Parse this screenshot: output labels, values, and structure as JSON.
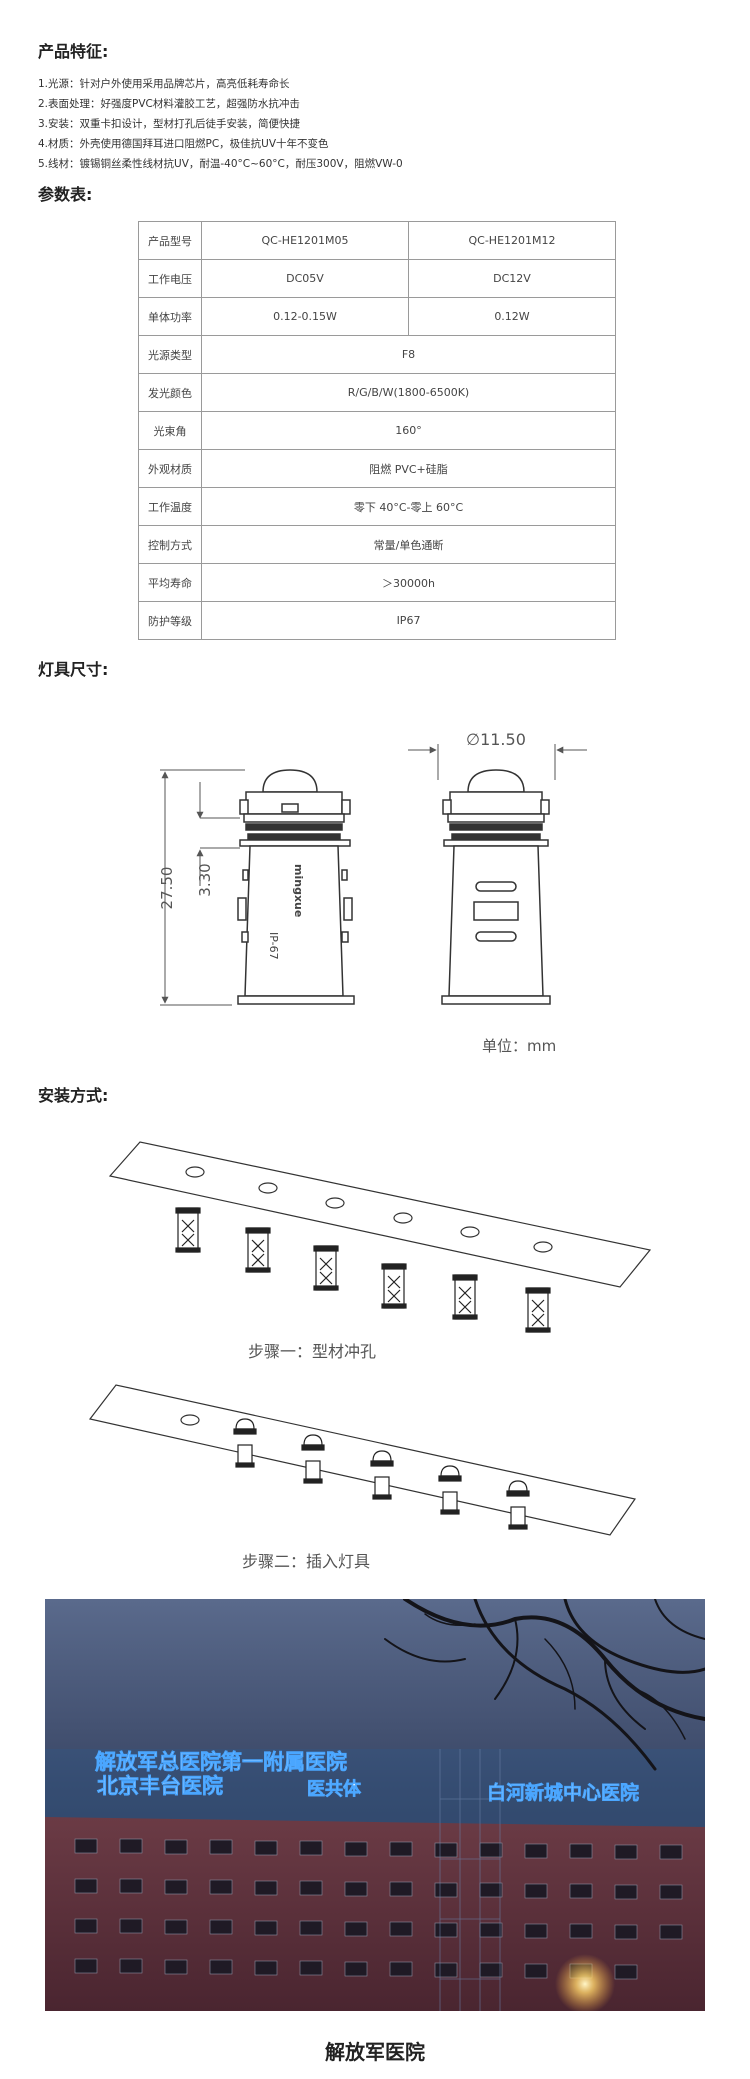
{
  "features": {
    "title": "产品特征:",
    "items": [
      "1.光源：针对户外使用采用品牌芯片，高亮低耗寿命长",
      "2.表面处理：好强度PVC材料灌胶工艺，超强防水抗冲击",
      "3.安装：双重卡扣设计，型材打孔后徒手安装，简便快捷",
      "4.材质：外壳使用德国拜耳进口阻燃PC，极佳抗UV十年不变色",
      "5.线材：镀锡铜丝柔性线材抗UV，耐温-40°C~60°C，耐压300V，阻燃VW-0"
    ]
  },
  "params": {
    "title": "参数表:",
    "header": {
      "label": "产品型号",
      "m1": "QC-HE1201M05",
      "m2": "QC-HE1201M12"
    },
    "voltage": {
      "label": "工作电压",
      "v1": "DC05V",
      "v2": "DC12V"
    },
    "power": {
      "label": "单体功率",
      "v1": "0.12-0.15W",
      "v2": "0.12W"
    },
    "rows": [
      {
        "label": "光源类型",
        "value": "F8"
      },
      {
        "label": "发光颜色",
        "value": "R/G/B/W(1800-6500K)"
      },
      {
        "label": "光束角",
        "value": "160°"
      },
      {
        "label": "外观材质",
        "value": "阻燃 PVC+硅脂"
      },
      {
        "label": "工作温度",
        "value": "零下 40°C-零上 60°C"
      },
      {
        "label": "控制方式",
        "value": "常量/单色通断"
      },
      {
        "label": "平均寿命",
        "value": "＞30000h"
      },
      {
        "label": "防护等级",
        "value": "IP67"
      }
    ]
  },
  "dimensions": {
    "title": "灯具尺寸:",
    "diameter": "∅11.50",
    "height": "27.50",
    "sub_height": "3.30",
    "unit": "单位：mm",
    "brand_text": "mingxue",
    "ip_label": "IP-67"
  },
  "install": {
    "title": "安装方式:",
    "step1": "步骤一：型材冲孔",
    "step2": "步骤二：插入灯具"
  },
  "case": {
    "sign_line1": "解放军总医院第一附属医院",
    "sign_line2": "北京丰台医院",
    "sign_line3": "医共体",
    "sign_line4": "白河新城中心医院",
    "caption": "解放军医院"
  }
}
